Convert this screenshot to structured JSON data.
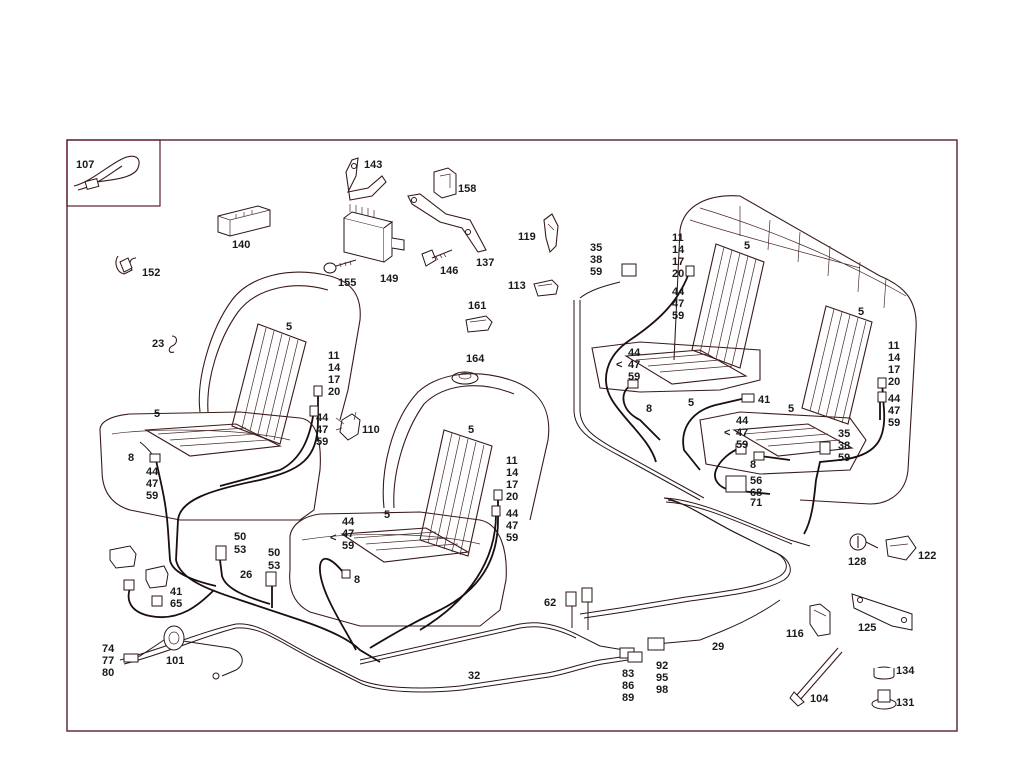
{
  "frame_color": "#5a1e2a",
  "callouts": {
    "c107": "107",
    "c143": "143",
    "c158": "158",
    "c140": "140",
    "c149": "149",
    "c137": "137",
    "c146": "146",
    "c155": "155",
    "c152": "152",
    "c119": "119",
    "c113": "113",
    "c161": "161",
    "c164": "164",
    "c23": "23",
    "c110": "110",
    "c35a": "35",
    "c38a": "38",
    "c59a": "59",
    "c11a": "11",
    "c14a": "14",
    "c17a": "17",
    "c20a": "20",
    "c44a": "44",
    "c47a": "47",
    "c59b": "59",
    "c5a": "5",
    "c5b": "5",
    "c44b": "44",
    "c47b": "47",
    "c59c": "59",
    "c8a": "8",
    "c5c": "5",
    "c41a": "41",
    "c5d": "5",
    "c11b": "11",
    "c14b": "14",
    "c17b": "17",
    "c20b": "20",
    "c44c": "44",
    "c47c": "47",
    "c59d": "59",
    "c44d": "44",
    "c47d": "47",
    "c59e": "59",
    "c35b": "35",
    "c38b": "38",
    "c59f": "59",
    "c56": "56",
    "c68": "68",
    "c71": "71",
    "c8b": "8",
    "c5e": "5",
    "c11c": "11",
    "c14c": "14",
    "c17c": "17",
    "c20c": "20",
    "c44e": "44",
    "c47e": "47",
    "c59g": "59",
    "c5f": "5",
    "c8c": "8",
    "c44f": "44",
    "c47f": "47",
    "c59h": "59",
    "c5g": "5",
    "c11d": "11",
    "c14d": "14",
    "c17d": "17",
    "c20d": "20",
    "c44g": "44",
    "c47g": "47",
    "c59i": "59",
    "c5h": "5",
    "c44h": "44",
    "c47h": "47",
    "c59j": "59",
    "c8d": "8",
    "c50a": "50",
    "c53a": "53",
    "c50b": "50",
    "c53b": "53",
    "c26": "26",
    "c41b": "41",
    "c65": "65",
    "c74": "74",
    "c77": "77",
    "c80": "80",
    "c101": "101",
    "c32": "32",
    "c62": "62",
    "c29": "29",
    "c83": "83",
    "c86": "86",
    "c89": "89",
    "c92": "92",
    "c95": "95",
    "c98": "98",
    "c116": "116",
    "c125": "125",
    "c128": "128",
    "c122": "122",
    "c134": "134",
    "c104": "104",
    "c131": "131"
  }
}
